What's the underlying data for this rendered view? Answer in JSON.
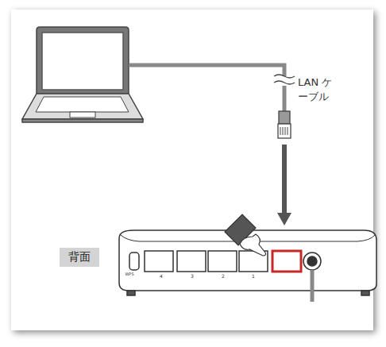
{
  "diagram": {
    "nodes": [
      {
        "text": [
          "背面"
        ]
      }
    ],
    "labels": [
      "LAN ケーブル",
      "WPS",
      "4",
      "3",
      "2",
      "1"
    ]
  }
}
